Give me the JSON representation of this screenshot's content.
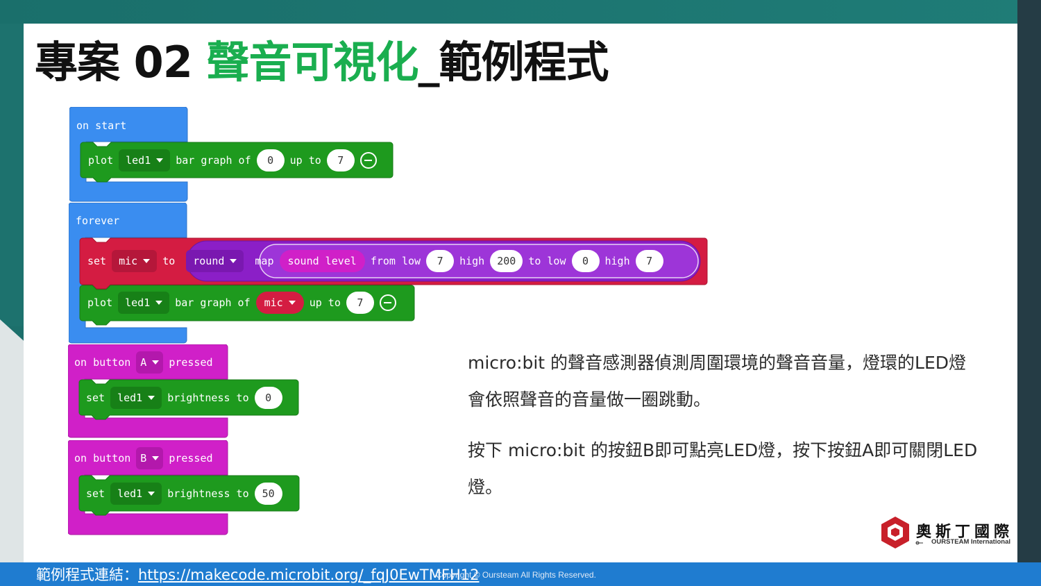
{
  "title": {
    "prefix": "專案 02 ",
    "highlight": "聲音可視化",
    "suffix": "_範例程式"
  },
  "blocks": {
    "on_start": {
      "hat": "on start",
      "plot": {
        "kw": "plot",
        "led": "led1",
        "bar": "bar graph of",
        "value": "0",
        "up_to": "up to",
        "max": "7"
      }
    },
    "forever": {
      "hat": "forever",
      "set": {
        "kw": "set",
        "var": "mic",
        "to": "to",
        "round": "round",
        "map": "map",
        "sound": "sound level",
        "from_low": "from low",
        "from_low_v": "7",
        "high1": "high",
        "high1_v": "200",
        "to_low": "to low",
        "to_low_v": "0",
        "high2": "high",
        "high2_v": "7"
      },
      "plot": {
        "kw": "plot",
        "led": "led1",
        "bar": "bar graph of",
        "var": "mic",
        "up_to": "up to",
        "max": "7"
      }
    },
    "button_a": {
      "on": "on button",
      "btn": "A",
      "pressed": "pressed",
      "set": "set",
      "led": "led1",
      "brightness": "brightness to",
      "value": "0"
    },
    "button_b": {
      "on": "on button",
      "btn": "B",
      "pressed": "pressed",
      "set": "set",
      "led": "led1",
      "brightness": "brightness to",
      "value": "50"
    }
  },
  "description": {
    "p1": "micro:bit 的聲音感測器偵測周圍環境的聲音音量，燈環的LED燈會依照聲音的音量做一圈跳動。",
    "p2": "按下 micro:bit 的按鈕B即可點亮LED燈，按下按鈕A即可關閉LED燈。"
  },
  "logo": {
    "name": "奧斯丁國際",
    "sub": "OURSTEAM International"
  },
  "footer": {
    "label": "範例程式連結：",
    "link": "https://makecode.microbit.org/_fqJ0EwTMFH12",
    "copyright": "Copyright © Oursteam All Rights Reserved."
  },
  "colors": {
    "events": "#3a8df0",
    "basic": "#1e9a1e",
    "variables": "#d41c42",
    "math": "#8b1fc7",
    "input": "#d020c8",
    "footer": "#1f7cd0",
    "title_highlight": "#1aae4f"
  }
}
